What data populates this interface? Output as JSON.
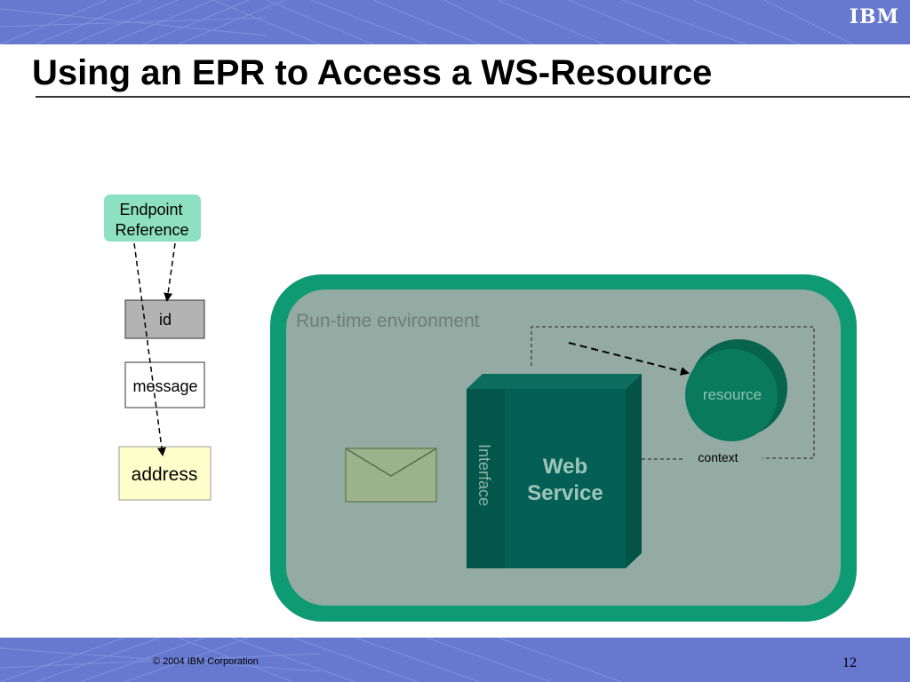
{
  "header": {
    "logo_text": "IBM",
    "title": "Using an EPR to Access a WS-Resource"
  },
  "diagram": {
    "endpoint_reference": {
      "line1": "Endpoint",
      "line2": "Reference"
    },
    "fields": {
      "id": "id",
      "message": "message",
      "address": "address"
    },
    "runtime_label": "Run-time environment",
    "interface_label": "Interface",
    "web_service": {
      "line1": "Web",
      "line2": "Service"
    },
    "resource_label": "resource",
    "context_label": "context"
  },
  "footer": {
    "copyright": "© 2004 IBM Corporation",
    "page_number": "12"
  },
  "colors": {
    "banner": "#6779cf",
    "epr_box": "#8ee0c2",
    "runtime_outer": "#0e9a73",
    "runtime_inner": "#93aba2",
    "web_service": "#046055",
    "resource": "#0a7a5c",
    "address_box": "#ffffcc",
    "id_box": "#b3b3b3",
    "envelope": "#9cb28a"
  }
}
